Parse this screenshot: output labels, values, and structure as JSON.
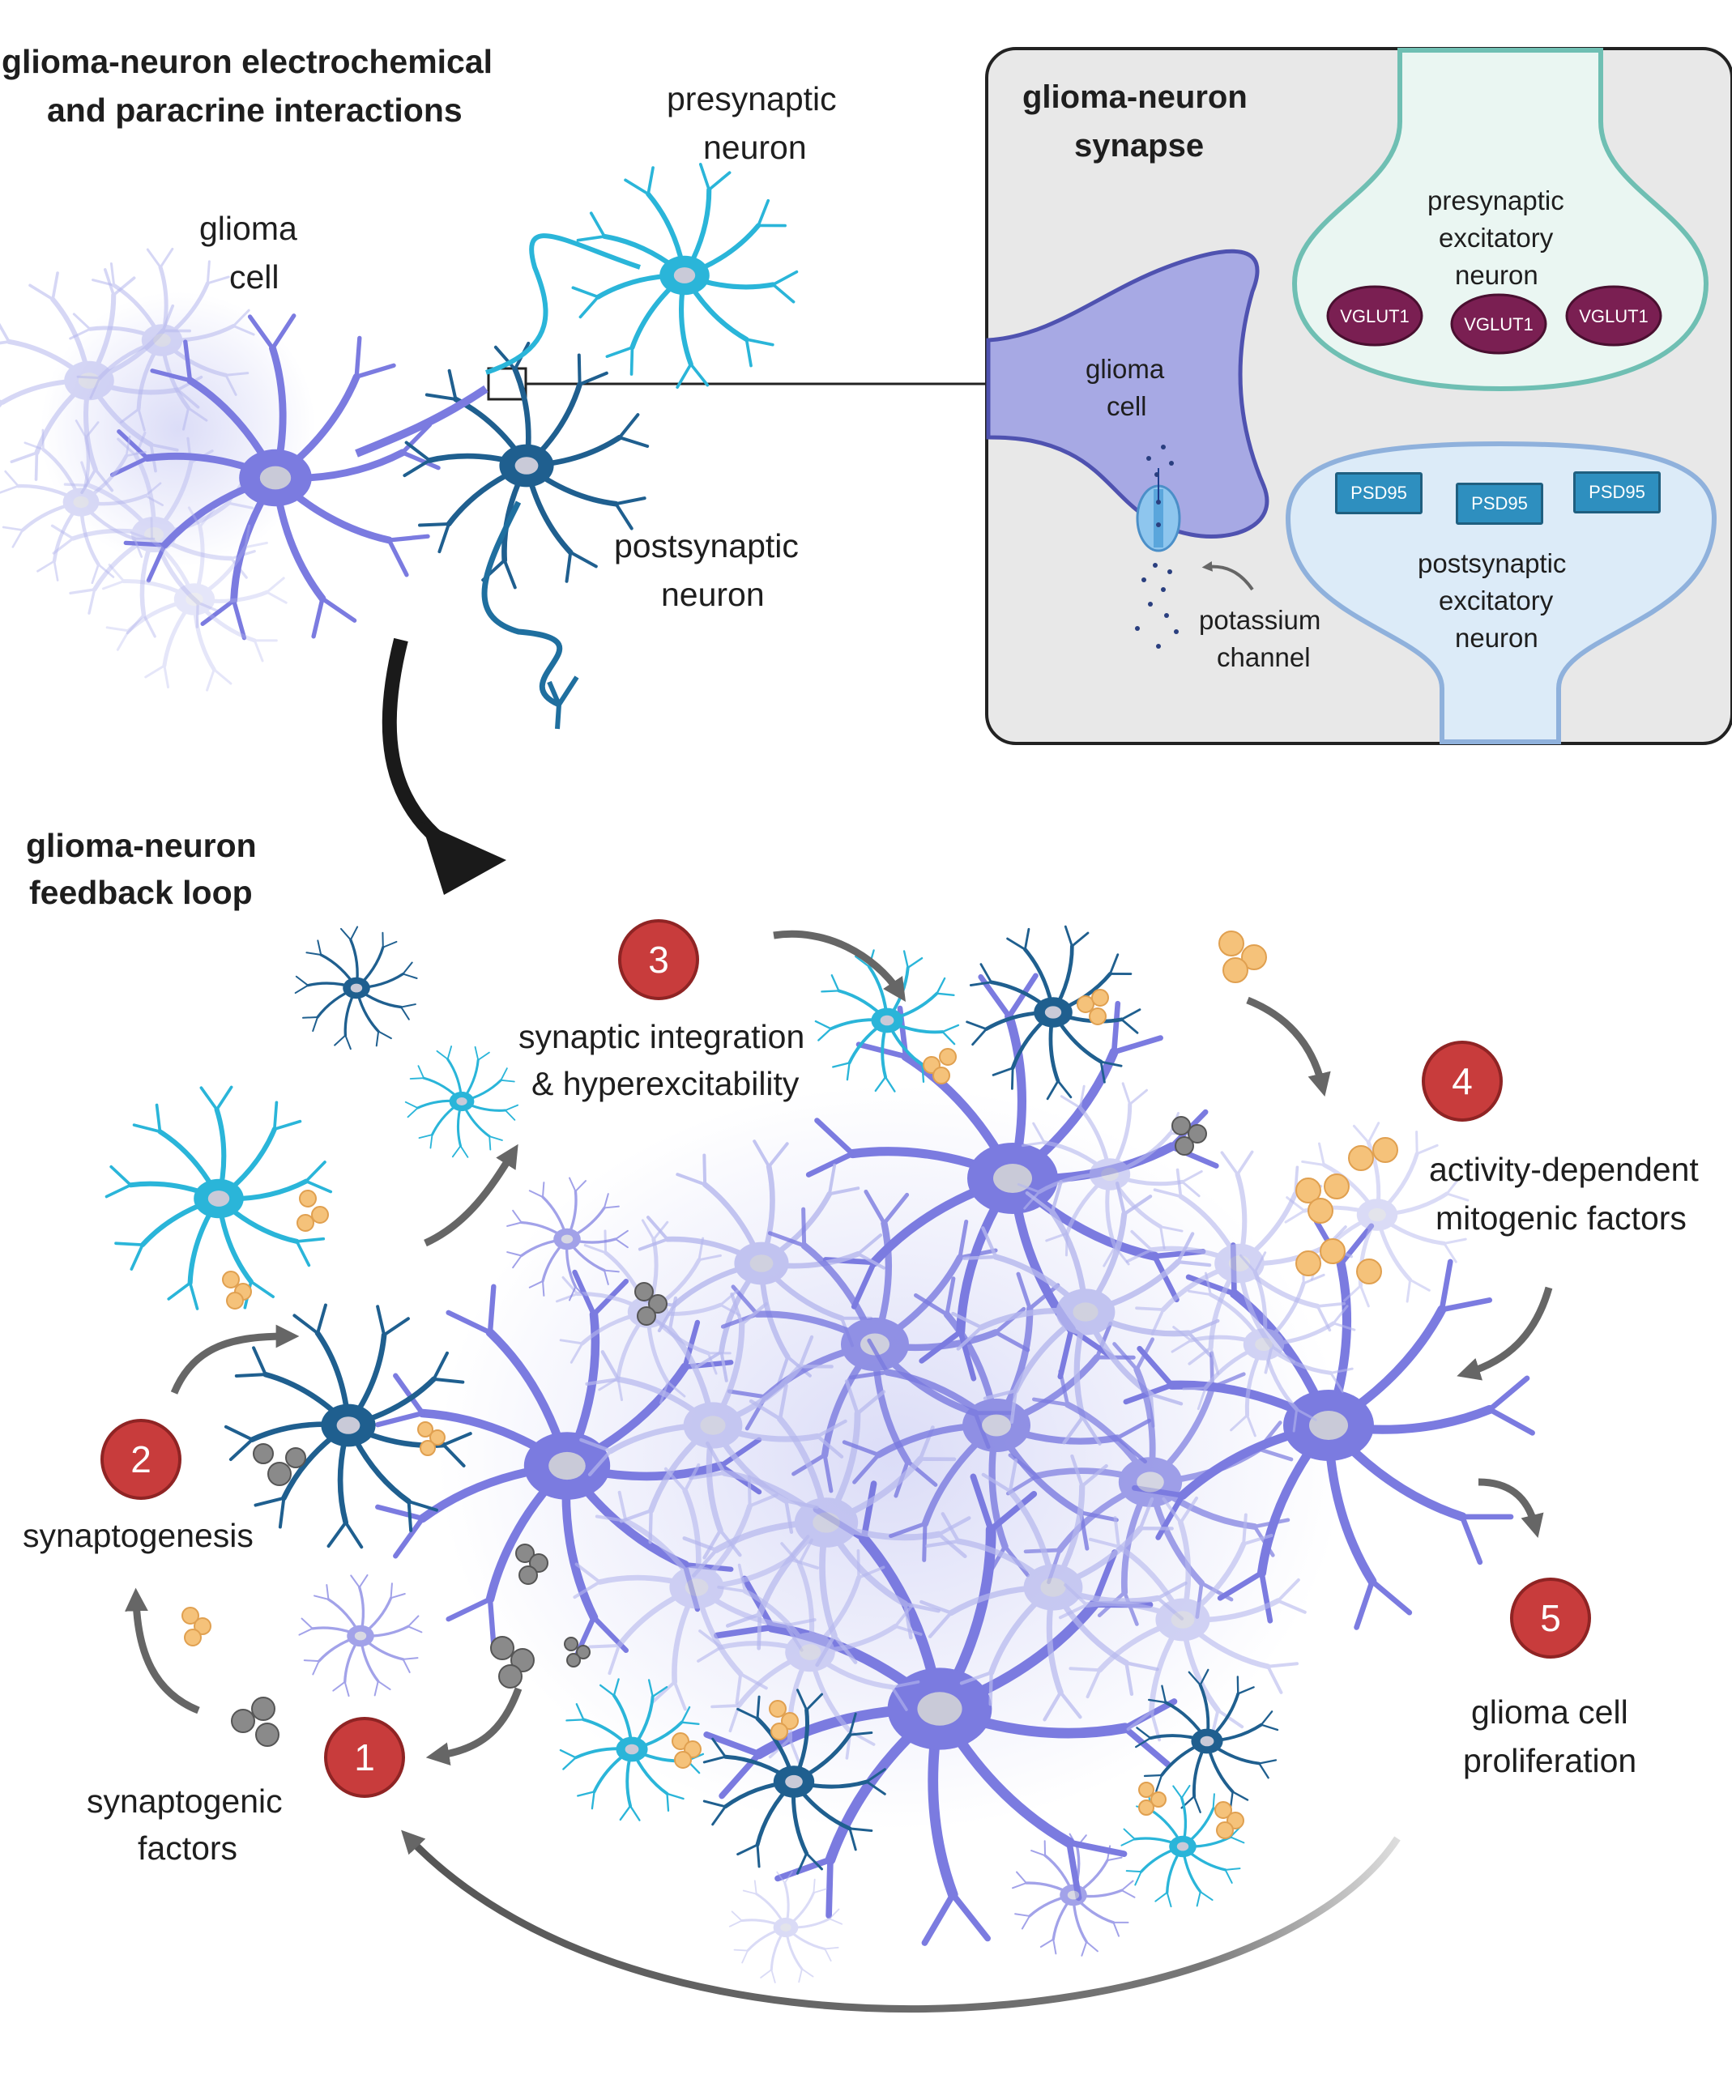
{
  "colors": {
    "glioma": "#7b7be0",
    "glioma_light": "#b6b8ee",
    "neuron_cyan": "#2ab5d9",
    "neuron_dark": "#1f5f8f",
    "factor_orange": "#f5c27a",
    "factor_gray": "#8a8a8a",
    "step_red": "#c83c3c",
    "panel_bg": "#e8e8e8",
    "vglut": "#7a1f52",
    "psd": "#2e8fbf"
  },
  "top": {
    "title_line1": "glioma-neuron electrochemical",
    "title_line2": "and paracrine interactions",
    "glioma_cell_line1": "glioma",
    "glioma_cell_line2": "cell",
    "presynaptic_line1": "presynaptic",
    "presynaptic_line2": "neuron",
    "postsynaptic_line1": "postsynaptic",
    "postsynaptic_line2": "neuron"
  },
  "synapse_panel": {
    "title_line1": "glioma-neuron",
    "title_line2": "synapse",
    "glioma_cell_line1": "glioma",
    "glioma_cell_line2": "cell",
    "pre_line1": "presynaptic",
    "pre_line2": "excitatory",
    "pre_line3": "neuron",
    "vglut": [
      "VGLUT1",
      "VGLUT1",
      "VGLUT1"
    ],
    "psd": [
      "PSD95",
      "PSD95",
      "PSD95"
    ],
    "post_line1": "postsynaptic",
    "post_line2": "excitatory",
    "post_line3": "neuron",
    "channel_line1": "potassium",
    "channel_line2": "channel"
  },
  "loop": {
    "title_line1": "glioma-neuron",
    "title_line2": "feedback loop",
    "steps": [
      {
        "num": "1",
        "line1": "synaptogenic",
        "line2": "factors"
      },
      {
        "num": "2",
        "line1": "synaptogenesis",
        "line2": ""
      },
      {
        "num": "3",
        "line1": "synaptic integration",
        "line2": "& hyperexcitability"
      },
      {
        "num": "4",
        "line1": "activity-dependent",
        "line2": "mitogenic factors"
      },
      {
        "num": "5",
        "line1": "glioma cell",
        "line2": "proliferation"
      }
    ]
  }
}
